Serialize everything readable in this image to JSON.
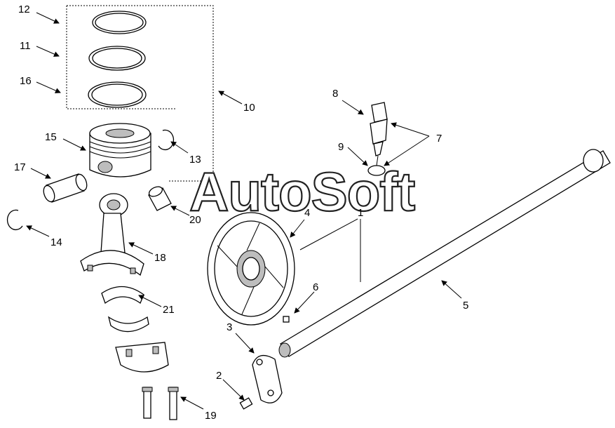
{
  "watermark": "AutoSoft",
  "callouts": {
    "c1": "1",
    "c2": "2",
    "c3": "3",
    "c4": "4",
    "c5": "5",
    "c6": "6",
    "c7": "7",
    "c8": "8",
    "c9": "9",
    "c10": "10",
    "c11": "11",
    "c12": "12",
    "c13": "13",
    "c14": "14",
    "c15": "15",
    "c16": "16",
    "c17": "17",
    "c18": "18",
    "c19": "19",
    "c20": "20",
    "c21": "21"
  }
}
